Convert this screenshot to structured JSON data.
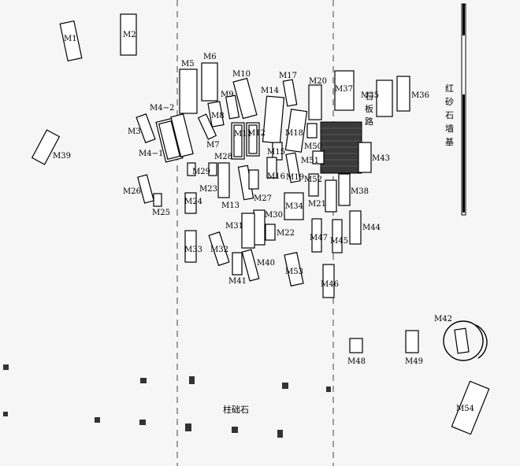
{
  "burials": [
    {
      "id": "M1",
      "label": "M1"
    },
    {
      "id": "M2",
      "label": "M2"
    },
    {
      "id": "M3",
      "label": "M3"
    },
    {
      "id": "M4-1",
      "label": "M4−1"
    },
    {
      "id": "M4-2",
      "label": "M4−2"
    },
    {
      "id": "M5",
      "label": "M5"
    },
    {
      "id": "M6",
      "label": "M6"
    },
    {
      "id": "M7",
      "label": "M7"
    },
    {
      "id": "M8",
      "label": "M8"
    },
    {
      "id": "M9",
      "label": "M9"
    },
    {
      "id": "M10",
      "label": "M10"
    },
    {
      "id": "M11",
      "label": "M11"
    },
    {
      "id": "M12",
      "label": "M12"
    },
    {
      "id": "M13",
      "label": "M13"
    },
    {
      "id": "M14",
      "label": "M14"
    },
    {
      "id": "M15",
      "label": "M15"
    },
    {
      "id": "M16",
      "label": "M16"
    },
    {
      "id": "M17",
      "label": "M17"
    },
    {
      "id": "M18",
      "label": "M18"
    },
    {
      "id": "M19",
      "label": "M19"
    },
    {
      "id": "M20",
      "label": "M20"
    },
    {
      "id": "M21",
      "label": "M21"
    },
    {
      "id": "M22",
      "label": "M22"
    },
    {
      "id": "M23",
      "label": "M23"
    },
    {
      "id": "M24",
      "label": "M24"
    },
    {
      "id": "M25",
      "label": "M25"
    },
    {
      "id": "M26",
      "label": "M26"
    },
    {
      "id": "M27",
      "label": "M27"
    },
    {
      "id": "M28",
      "label": "M28"
    },
    {
      "id": "M29",
      "label": "M29"
    },
    {
      "id": "M30",
      "label": "M30"
    },
    {
      "id": "M31",
      "label": "M31"
    },
    {
      "id": "M32",
      "label": "M32"
    },
    {
      "id": "M33",
      "label": "M33"
    },
    {
      "id": "M34",
      "label": "M34"
    },
    {
      "id": "M35",
      "label": "M35"
    },
    {
      "id": "M36",
      "label": "M36"
    },
    {
      "id": "M37",
      "label": "M37"
    },
    {
      "id": "M38",
      "label": "M38"
    },
    {
      "id": "M39",
      "label": "M39"
    },
    {
      "id": "M40",
      "label": "M40"
    },
    {
      "id": "M41",
      "label": "M41"
    },
    {
      "id": "M42",
      "label": "M42"
    },
    {
      "id": "M43",
      "label": "M43"
    },
    {
      "id": "M44",
      "label": "M44"
    },
    {
      "id": "M45",
      "label": "M45"
    },
    {
      "id": "M46",
      "label": "M46"
    },
    {
      "id": "M47",
      "label": "M47"
    },
    {
      "id": "M48",
      "label": "M48"
    },
    {
      "id": "M49",
      "label": "M49"
    },
    {
      "id": "M50",
      "label": "M50"
    },
    {
      "id": "M51",
      "label": "M51"
    },
    {
      "id": "M52",
      "label": "M52"
    },
    {
      "id": "M53",
      "label": "M53"
    },
    {
      "id": "M54",
      "label": "M54"
    }
  ],
  "notes": {
    "stone_road": "石板路",
    "wall_foundation": "红砂石墙基",
    "pillar_base": "柱础石"
  }
}
